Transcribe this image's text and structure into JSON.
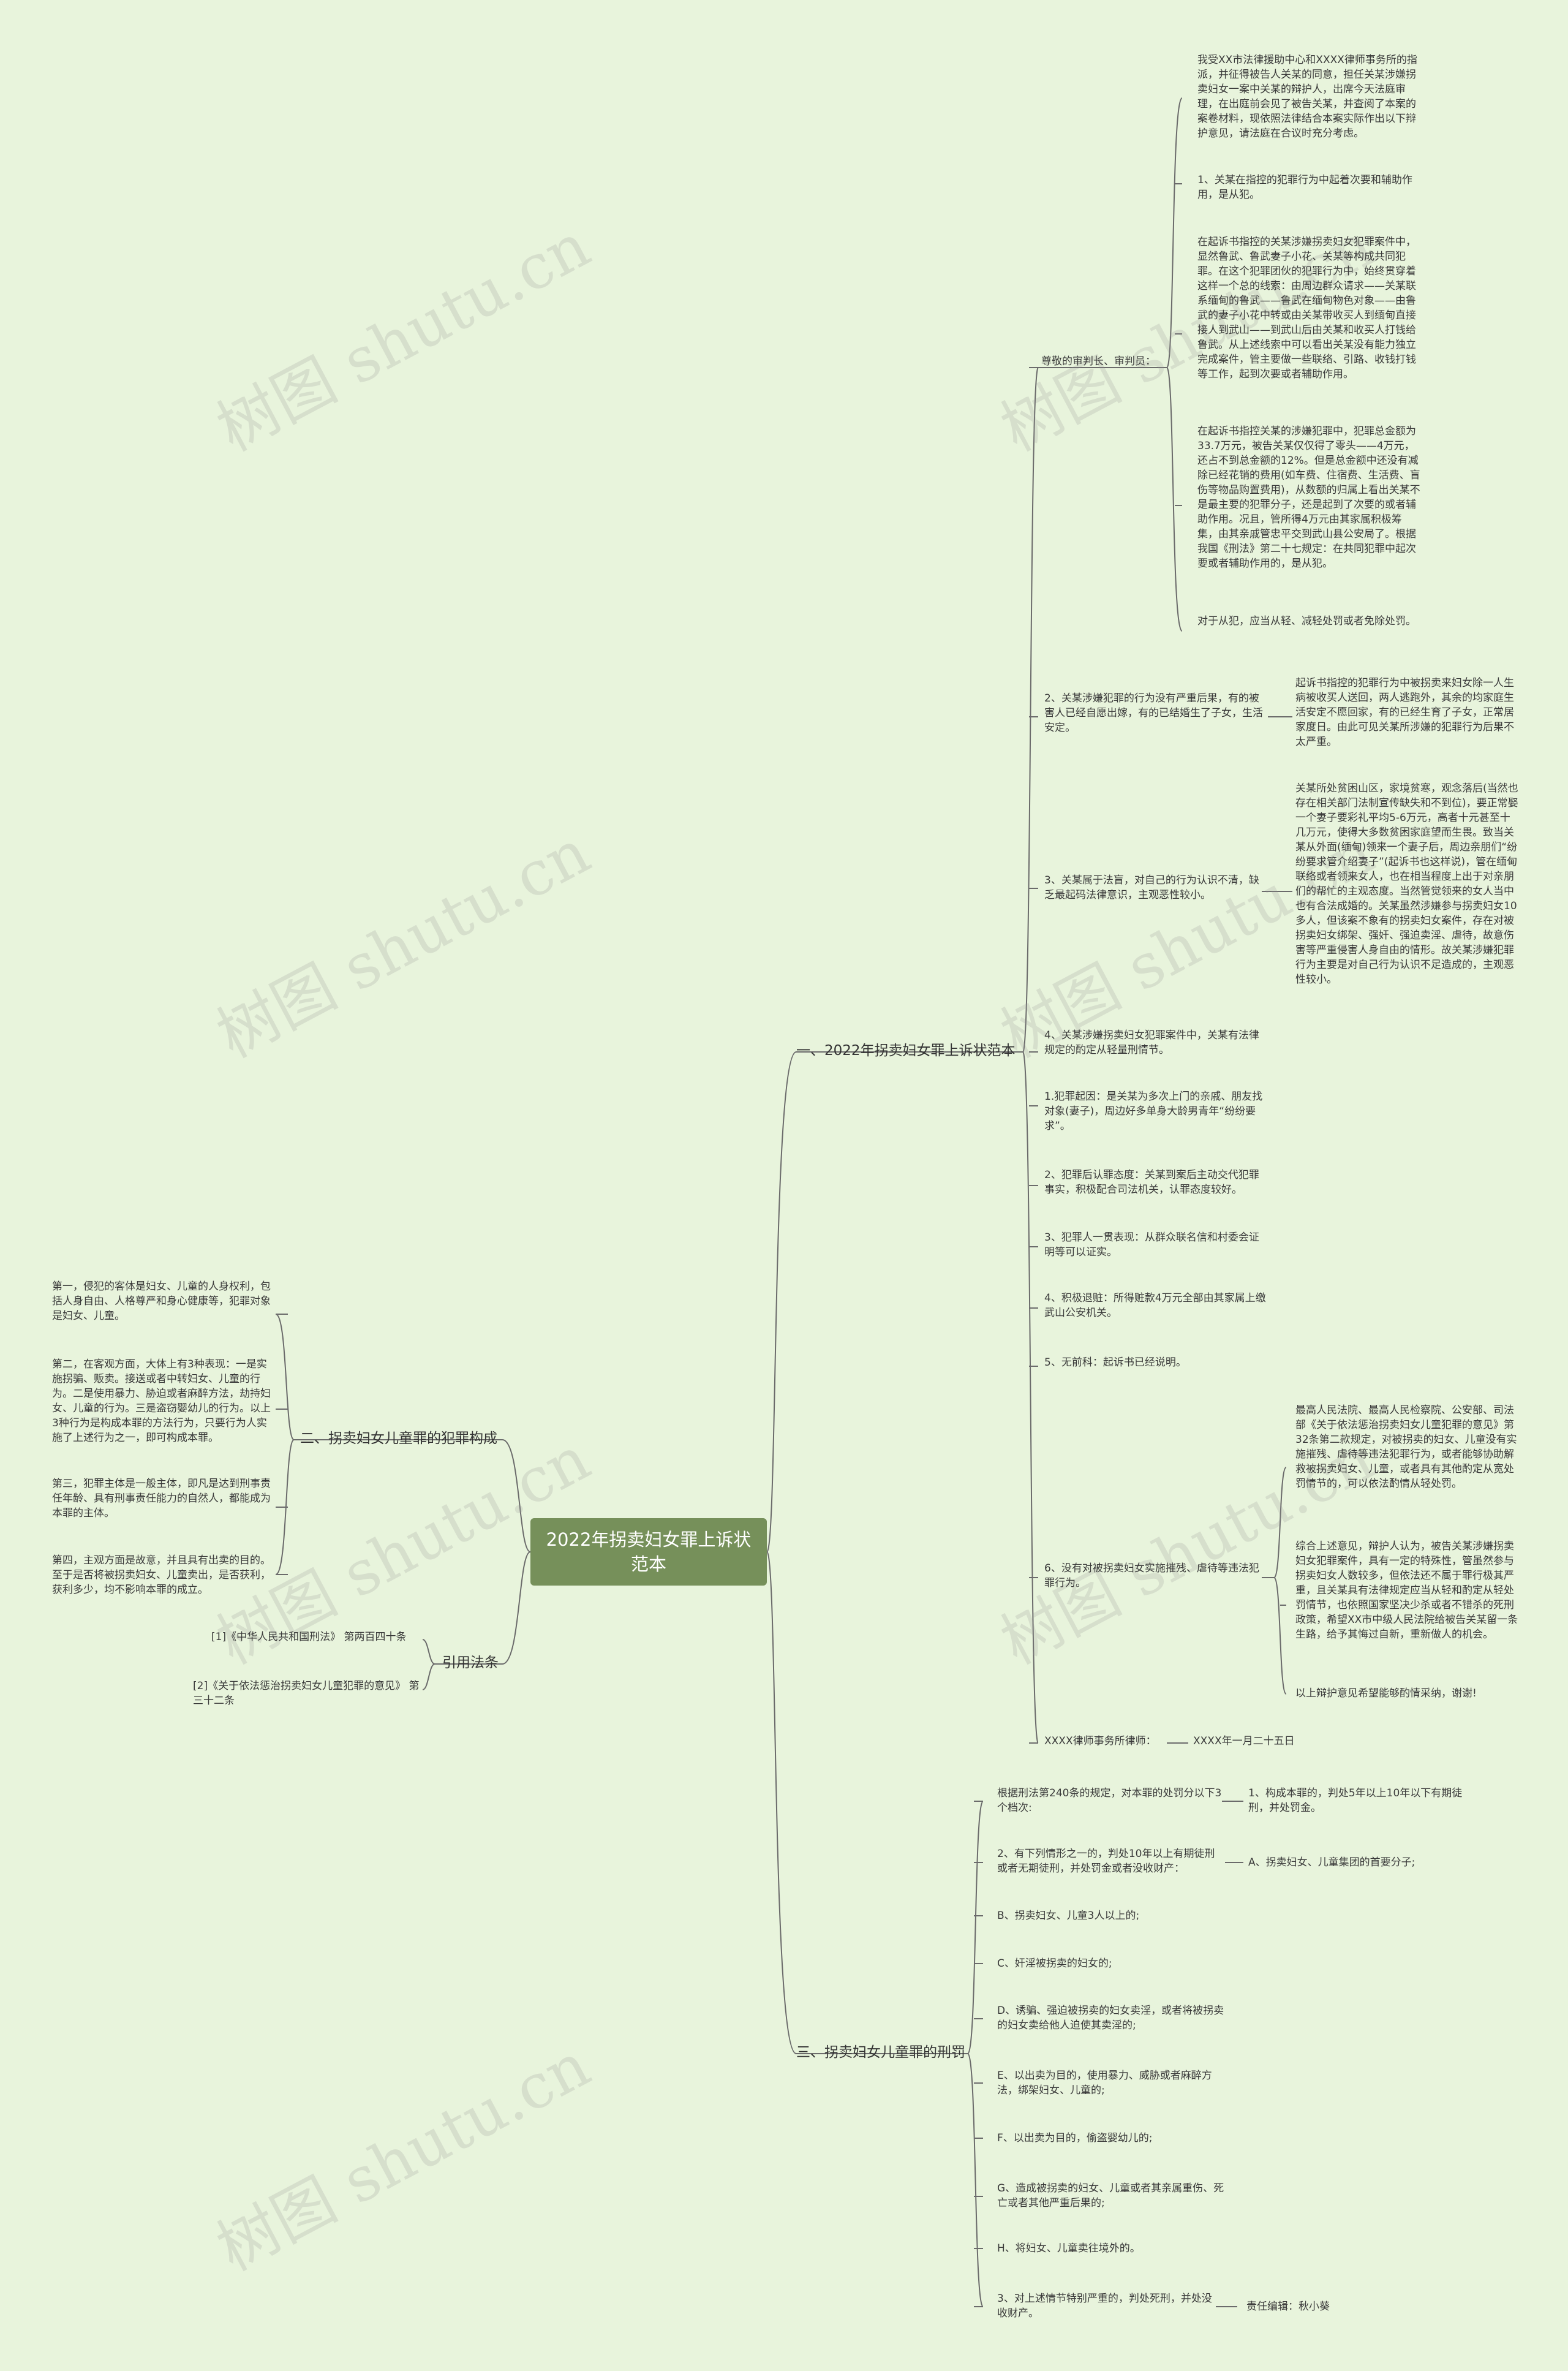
{
  "root": {
    "title": "2022年拐卖妇女罪上诉状范本"
  },
  "watermarks": [
    "树图 shutu.cn",
    "树图 shutu.cn",
    "树图 shutu.cn",
    "树图 shutu.cn",
    "树图 shutu.cn",
    "树图 shutu.cn",
    "树图 shutu.cn"
  ],
  "branches": {
    "one": "一、2022年拐卖妇女罪上诉状范本",
    "two": "二、拐卖妇女儿童罪的犯罪构成",
    "three": "三、拐卖妇女儿童罪的刑罚",
    "refs": "引用法条"
  },
  "one_children": {
    "judge": "尊敬的审判长、审判员：",
    "judge_items": [
      "我受XX市法律援助中心和XXXX律师事务所的指派，并征得被告人关某的同意，担任关某涉嫌拐卖妇女一案中关某的辩护人，出席今天法庭审理，在出庭前会见了被告关某，并查阅了本案的案卷材料，现依照法律结合本案实际作出以下辩护意见，请法庭在合议时充分考虑。",
      "1、关某在指控的犯罪行为中起着次要和辅助作用，是从犯。",
      "在起诉书指控的关某涉嫌拐卖妇女犯罪案件中，显然鲁武、鲁武妻子小花、关某等构成共同犯罪。在这个犯罪团伙的犯罪行为中，始终贯穿着这样一个总的线索：由周边群众请求——关某联系缅甸的鲁武——鲁武在缅甸物色对象——由鲁武的妻子小花中转或由关某带收买人到缅甸直接接人到武山——到武山后由关某和收买人打钱给鲁武。从上述线索中可以看出关某没有能力独立完成案件，管主要做一些联络、引路、收钱打钱等工作，起到次要或者辅助作用。",
      "在起诉书指控关某的涉嫌犯罪中，犯罪总金额为33.7万元，被告关某仅仅得了零头——4万元，还占不到总金额的12%。但是总金额中还没有减除已经花销的费用(如车费、住宿费、生活费、盲伤等物品购置费用)，从数额的归属上看出关某不是最主要的犯罪分子，还是起到了次要的或者辅助作用。况且，管所得4万元由其家属积极筹集，由其亲戚管忠平交到武山县公安局了。根据我国《刑法》第二十七规定：在共同犯罪中起次要或者辅助作用的，是从犯。",
      "对于从犯，应当从轻、减轻处罚或者免除处罚。"
    ],
    "item2": "2、关某涉嫌犯罪的行为没有严重后果，有的被害人已经自愿出嫁，有的已结婚生了子女，生活安定。",
    "item2_detail": "起诉书指控的犯罪行为中被拐卖来妇女除一人生病被收买人送回，两人逃跑外，其余的均家庭生活安定不愿回家，有的已经生育了子女，正常居家度日。由此可见关某所涉嫌的犯罪行为后果不太严重。",
    "item3": "3、关某属于法盲，对自己的行为认识不清，缺乏最起码法律意识，主观恶性较小。",
    "item3_detail": "关某所处贫困山区，家境贫寒，观念落后(当然也存在相关部门法制宣传缺失和不到位)，要正常娶一个妻子要彩礼平均5-6万元，高者十元甚至十几万元，使得大多数贫困家庭望而生畏。致当关某从外面(缅甸)领来一个妻子后，周边亲朋们“纷纷要求管介绍妻子”(起诉书也这样说)，管在缅甸联络或者领来女人，也在相当程度上出于对亲朋们的帮忙的主观态度。当然管觉领来的女人当中也有合法成婚的。关某虽然涉嫌参与拐卖妇女10多人，但该案不象有的拐卖妇女案件，存在对被拐卖妇女绑架、强奸、强迫卖淫、虐待，故意伤害等严重侵害人身自由的情形。故关某涉嫌犯罪行为主要是对自己行为认识不足造成的，主观恶性较小。",
    "item4": "4、关某涉嫌拐卖妇女犯罪案件中，关某有法律规定的酌定从轻量刑情节。",
    "list": [
      "1.犯罪起因：是关某为多次上门的亲戚、朋友找对象(妻子)，周边好多单身大龄男青年“纷纷要求”。",
      "2、犯罪后认罪态度：关某到案后主动交代犯罪事实，积极配合司法机关，认罪态度较好。",
      "3、犯罪人一贯表现：从群众联名信和村委会证明等可以证实。",
      "4、积极退赃：所得赃款4万元全部由其家属上缴武山公安机关。",
      "5、无前科：起诉书已经说明。"
    ],
    "item6": "6、没有对被拐卖妇女实施摧残、虐待等违法犯罪行为。",
    "item6_details": [
      "最高人民法院、最高人民检察院、公安部、司法部《关于依法惩治拐卖妇女儿童犯罪的意见》第32条第二款规定，对被拐卖的妇女、儿童没有实施摧残、虐待等违法犯罪行为，或者能够协助解救被拐卖妇女、儿童，或者具有其他酌定从宽处罚情节的，可以依法酌情从轻处罚。",
      "综合上述意见，辩护人认为，被告关某涉嫌拐卖妇女犯罪案件，具有一定的特殊性，管虽然参与拐卖妇女人数较多，但依法还不属于罪行极其严重，且关某具有法律规定应当从轻和酌定从轻处罚情节，也依照国家坚决少杀或者不错杀的死刑政策，希望XX市中级人民法院给被告关某留一条生路，给予其悔过自新，重新做人的机会。",
      "以上辩护意见希望能够酌情采纳，谢谢!"
    ],
    "signature": "XXXX律师事务所律师：",
    "date": "XXXX年一月二十五日"
  },
  "two_children": [
    "第一，侵犯的客体是妇女、儿童的人身权利，包括人身自由、人格尊严和身心健康等，犯罪对象是妇女、儿童。",
    "第二，在客观方面，大体上有3种表现：一是实施拐骗、贩卖。接送或者中转妇女、儿童的行为。二是使用暴力、胁迫或者麻醉方法，劫持妇女、儿童的行为。三是盗窃婴幼儿的行为。以上3种行为是构成本罪的方法行为，只要行为人实施了上述行为之一，即可构成本罪。",
    "第三，犯罪主体是一般主体，即凡是达到刑事责任年龄、具有刑事责任能力的自然人，都能成为本罪的主体。",
    "第四，主观方面是故意，并且具有出卖的目的。至于是否将被拐卖妇女、儿童卖出，是否获利，获利多少，均不影响本罪的成立。"
  ],
  "refs_children": [
    "[1]《中华人民共和国刑法》 第两百四十条",
    "[2]《关于依法惩治拐卖妇女儿童犯罪的意见》 第三十二条"
  ],
  "three_children": {
    "c1": "根据刑法第240条的规定，对本罪的处罚分以下3个档次:",
    "c1_detail": "1、构成本罪的，判处5年以上10年以下有期徒刑，并处罚金。",
    "c2": "2、有下列情形之一的，判处10年以上有期徒刑或者无期徒刑，并处罚金或者没收财产：",
    "c2_detail": "A、拐卖妇女、儿童集团的首要分子;",
    "items": [
      "B、拐卖妇女、儿童3人以上的;",
      "C、奸淫被拐卖的妇女的;",
      "D、诱骗、强迫被拐卖的妇女卖淫，或者将被拐卖的妇女卖给他人迫使其卖淫的;",
      "E、以出卖为目的，使用暴力、威胁或者麻醉方法，绑架妇女、儿童的;",
      "F、以出卖为目的，偷盗婴幼儿的;",
      "G、造成被拐卖的妇女、儿童或者其亲属重伤、死亡或者其他严重后果的;",
      "H、将妇女、儿童卖往境外的。"
    ],
    "c3": "3、对上述情节特别严重的，判处死刑，并处没收财产。",
    "c3_detail": "责任编辑：秋小葵"
  }
}
